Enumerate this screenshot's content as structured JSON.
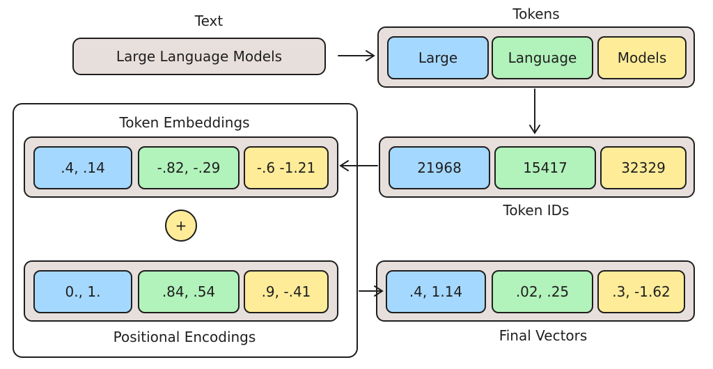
{
  "text_section": {
    "heading": "Text",
    "value": "Large Language Models"
  },
  "tokens_section": {
    "heading": "Tokens",
    "items": [
      "Large",
      "Language",
      "Models"
    ]
  },
  "token_ids_section": {
    "heading": "Token IDs",
    "items": [
      "21968",
      "15417",
      "32329"
    ]
  },
  "embeddings_section": {
    "heading": "Token Embeddings",
    "items": [
      ".4, .14",
      "-.82, -.29",
      "-.6 -1.21"
    ]
  },
  "operator": {
    "symbol": "+"
  },
  "positional_section": {
    "heading": "Positional Encodings",
    "items": [
      "0., 1.",
      ".84, .54",
      ".9, -.41"
    ]
  },
  "final_section": {
    "heading": "Final Vectors",
    "items": [
      ".4, 1.14",
      ".02, .25",
      ".3, -1.62"
    ]
  },
  "colors": {
    "blue": "#a5d8ff",
    "green": "#b2f2bb",
    "yellow": "#ffec99",
    "row_bg": "#e7dfdc",
    "stroke": "#1e1e1e"
  }
}
